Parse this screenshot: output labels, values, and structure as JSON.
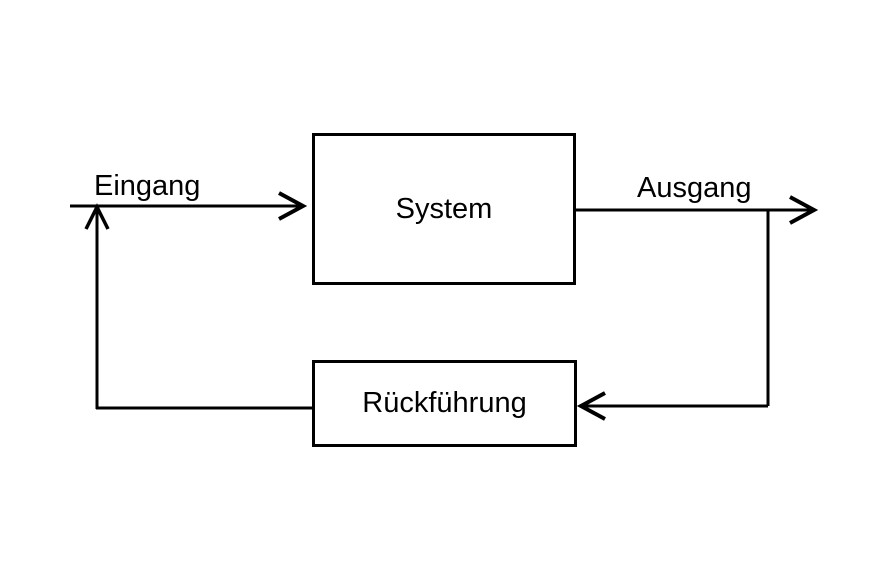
{
  "diagram": {
    "background_color": "#ffffff",
    "stroke_color": "#000000",
    "text_color": "#000000",
    "nodes": [
      {
        "id": "system",
        "label": "System"
      },
      {
        "id": "feedback",
        "label": "Rückführung"
      }
    ],
    "edges": [
      {
        "id": "input",
        "label": "Eingang",
        "from": "external",
        "to": "system"
      },
      {
        "id": "output",
        "label": "Ausgang",
        "from": "system",
        "to": "external"
      },
      {
        "id": "output-tap-to-feedback",
        "label": "",
        "from": "output",
        "to": "feedback"
      },
      {
        "id": "feedback-to-input",
        "label": "",
        "from": "feedback",
        "to": "input"
      }
    ]
  }
}
